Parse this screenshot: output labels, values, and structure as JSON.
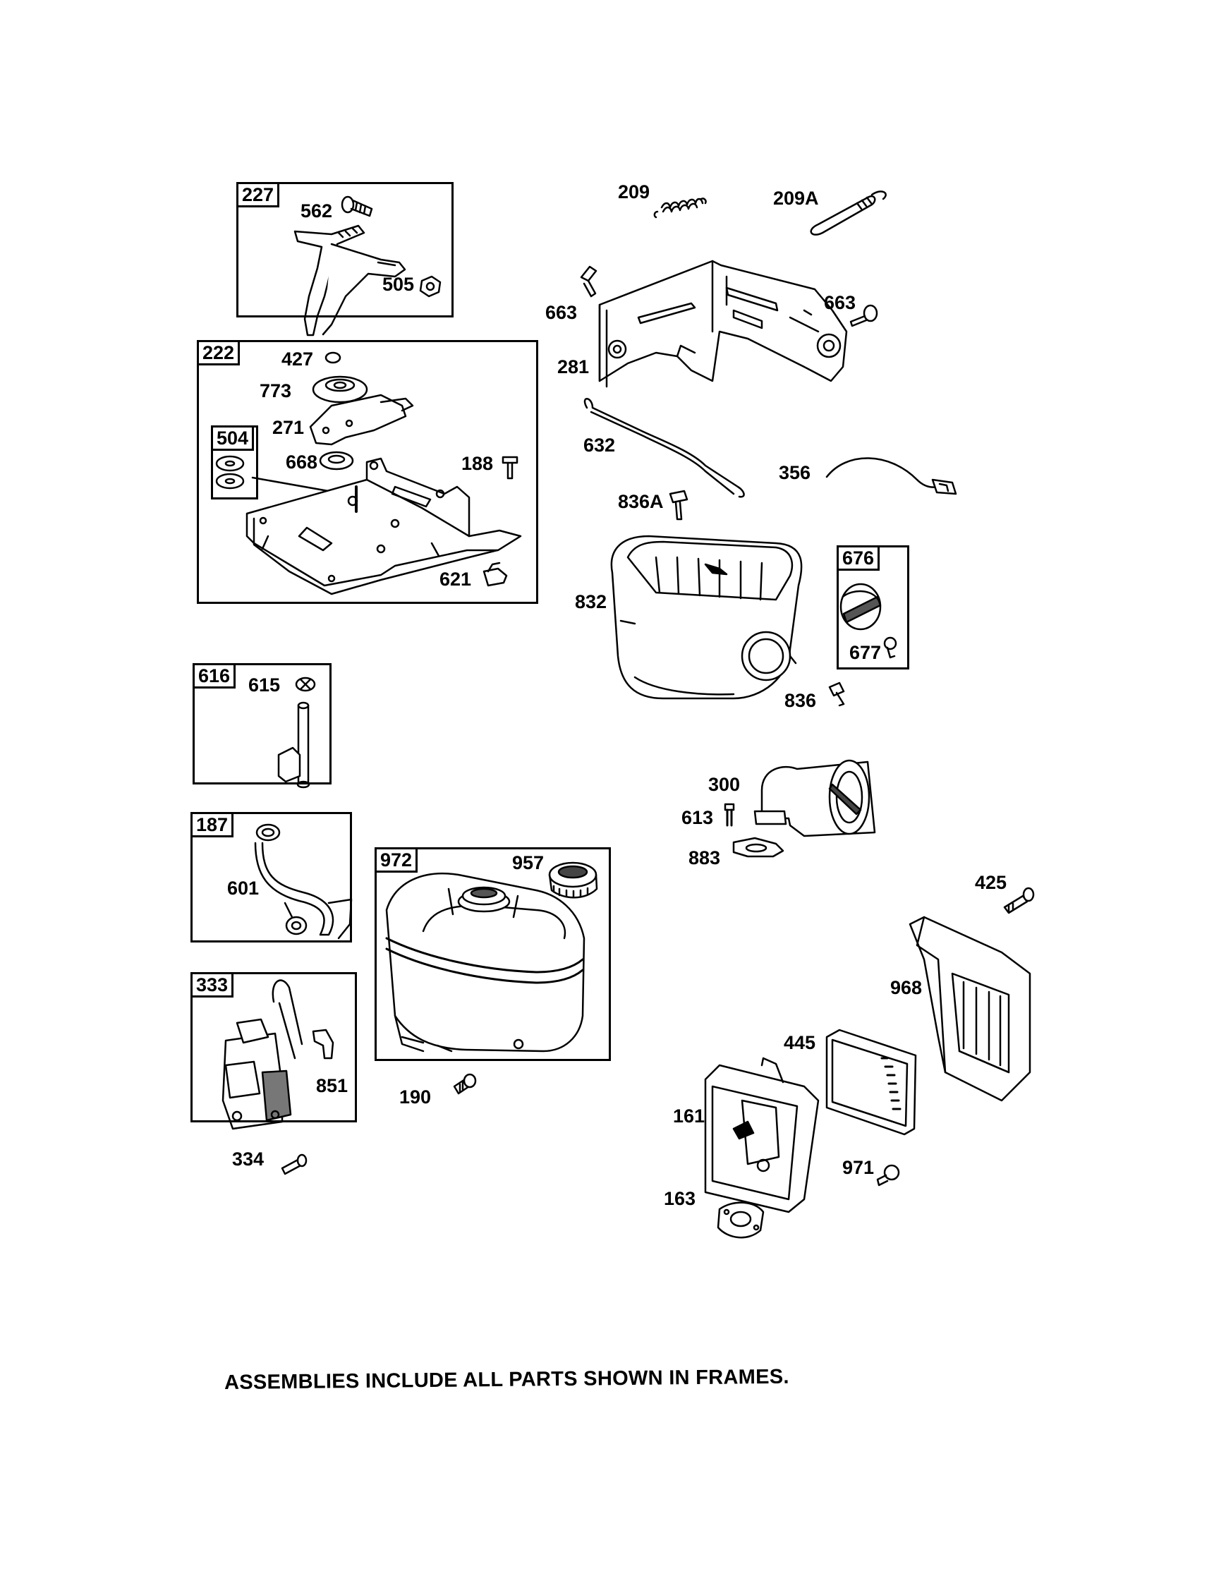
{
  "frames": {
    "f227": "227",
    "f222": "222",
    "f504": "504",
    "f616": "616",
    "f187": "187",
    "f333": "333",
    "f972": "972",
    "f676": "676"
  },
  "parts": {
    "p562": "562",
    "p505": "505",
    "p427": "427",
    "p773": "773",
    "p271": "271",
    "p668": "668",
    "p188": "188",
    "p621": "621",
    "p615": "615",
    "p601": "601",
    "p851": "851",
    "p334": "334",
    "p957": "957",
    "p190": "190",
    "p209": "209",
    "p209A": "209A",
    "p663a": "663",
    "p663b": "663",
    "p281": "281",
    "p632": "632",
    "p356": "356",
    "p836A": "836A",
    "p832": "832",
    "p677": "677",
    "p836": "836",
    "p300": "300",
    "p613": "613",
    "p883": "883",
    "p425": "425",
    "p968": "968",
    "p445": "445",
    "p161": "161",
    "p971": "971",
    "p163": "163"
  },
  "footer": "ASSEMBLIES INCLUDE ALL PARTS SHOWN IN FRAMES."
}
